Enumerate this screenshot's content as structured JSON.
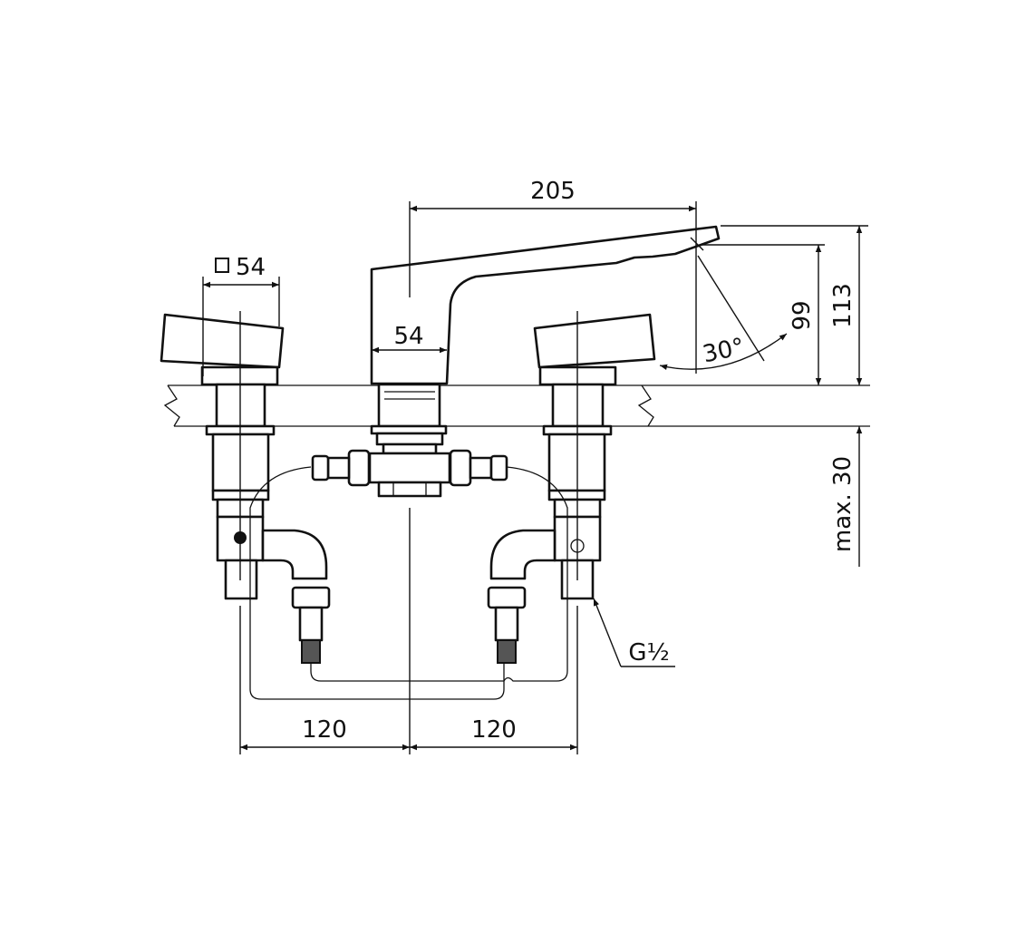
{
  "drawing": {
    "title": "Three-hole basin mixer dimension drawing",
    "dimensions": {
      "spout_reach": "205",
      "handle_square": "54",
      "spout_base_width": "54",
      "lever_angle": "30°",
      "lever_height": "99",
      "overall_height": "113",
      "max_deck_thickness": "max. 30",
      "thread": "G½",
      "left_spacing": "120",
      "right_spacing": "120"
    },
    "line_color": "#111111"
  }
}
